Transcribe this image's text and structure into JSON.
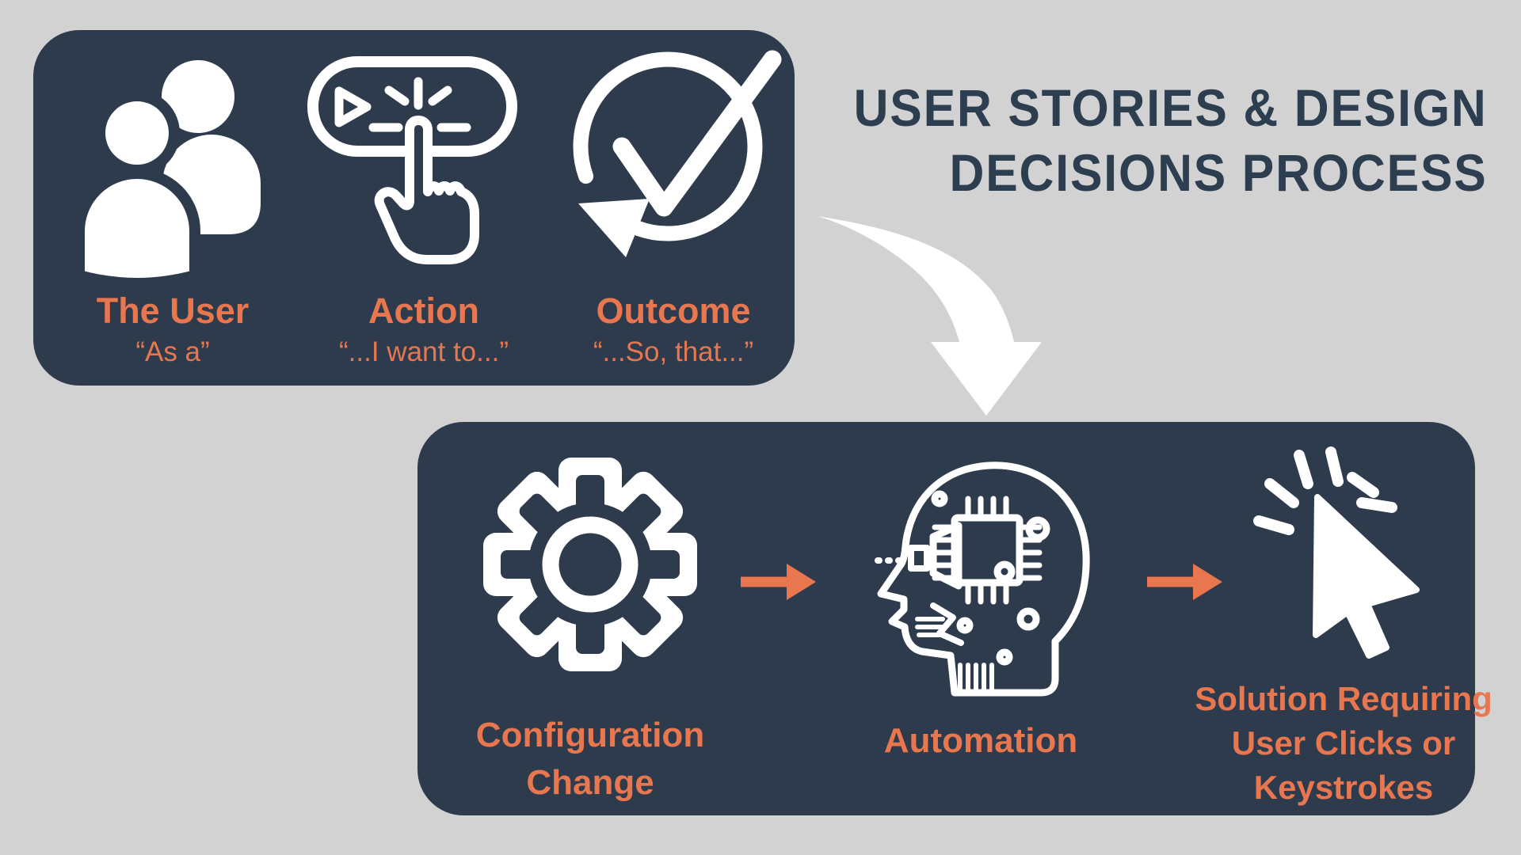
{
  "colors": {
    "background": "#d2d2d2",
    "panel": "#2e3b4d",
    "accent_orange": "#e8764f",
    "title_navy": "#2d3e50",
    "icon_white": "#ffffff"
  },
  "title": {
    "line1": "USER STORIES & DESIGN",
    "line2": "DECISIONS PROCESS"
  },
  "story_panel": {
    "items": [
      {
        "icon": "users-icon",
        "label": "The User",
        "quote": "“As a”"
      },
      {
        "icon": "press-button-icon",
        "label": "Action",
        "quote": "“...I want to...”"
      },
      {
        "icon": "outcome-check-icon",
        "label": "Outcome",
        "quote": "“...So, that...”"
      }
    ]
  },
  "process_panel": {
    "steps": [
      {
        "icon": "gear-icon",
        "lines": [
          "Configuration",
          "Change"
        ]
      },
      {
        "icon": "ai-head-icon",
        "lines": [
          "Automation"
        ]
      },
      {
        "icon": "cursor-click-icon",
        "lines": [
          "Solution Requiring",
          "User Clicks or",
          "Keystrokes"
        ]
      }
    ]
  }
}
